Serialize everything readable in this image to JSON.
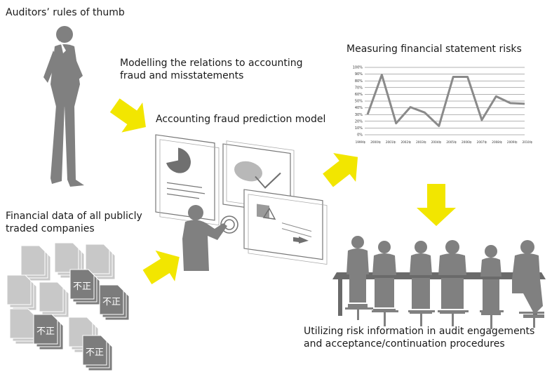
{
  "labels": {
    "rules_of_thumb": "Auditors’ rules of thumb",
    "modelling_line1": "Modelling the relations to accounting",
    "modelling_line2": "fraud and misstatements",
    "prediction_model": "Accounting fraud prediction model",
    "measuring": "Measuring financial statement risks",
    "financial_data_line1": "Financial data of all publicly",
    "financial_data_line2": "traded companies",
    "utilizing_line1": "Utilizing risk information in audit engagements",
    "utilizing_line2": "and acceptance/continuation procedures"
  },
  "doc_stamp": "不正",
  "colors": {
    "arrow": "#f2e600",
    "figure": "#808080",
    "figure_dark": "#6a6a6a",
    "doc_light": "#c8c8c8",
    "doc_dark": "#7c7c7c",
    "chart_line": "#8a8a8a",
    "grid": "#666666"
  },
  "chart_data": {
    "type": "line",
    "title": "",
    "xlabel": "",
    "ylabel": "",
    "y_ticks": [
      "0%",
      "10%",
      "20%",
      "30%",
      "40%",
      "50%",
      "60%",
      "70%",
      "80%",
      "90%",
      "100%"
    ],
    "ylim": [
      0,
      100
    ],
    "categories": [
      "1999年",
      "2000年",
      "2001年",
      "2002年",
      "2003年",
      "2004年",
      "2005年",
      "2006年",
      "2007年",
      "2008年",
      "2009年",
      "2010年"
    ],
    "values": [
      30,
      89,
      17,
      41,
      33,
      13,
      86,
      86,
      22,
      57,
      47,
      46
    ],
    "grid": true,
    "legend": "none"
  }
}
